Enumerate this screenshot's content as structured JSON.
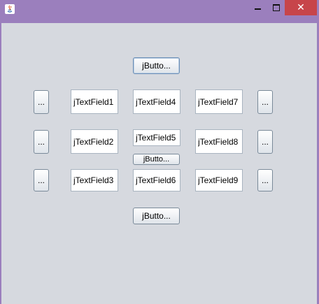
{
  "window": {
    "close_glyph": "✕"
  },
  "buttons": {
    "top": "jButto...",
    "middle": "jButto...",
    "bottom": "jButto...",
    "left_1": "...",
    "left_2": "...",
    "left_3": "...",
    "right_1": "...",
    "right_2": "...",
    "right_3": "..."
  },
  "fields": {
    "f1": "jTextField1",
    "f2": "jTextField2",
    "f3": "jTextField3",
    "f4": "jTextField4",
    "f5": "jTextField5",
    "f6": "jTextField6",
    "f7": "jTextField7",
    "f8": "jTextField8",
    "f9": "jTextField9"
  },
  "colors": {
    "title_bar": "#9b7fbd",
    "close_button": "#c7454a",
    "panel": "#d6d9df"
  },
  "icons": [
    "java-app-icon",
    "minimize-icon",
    "maximize-icon",
    "close-icon"
  ]
}
